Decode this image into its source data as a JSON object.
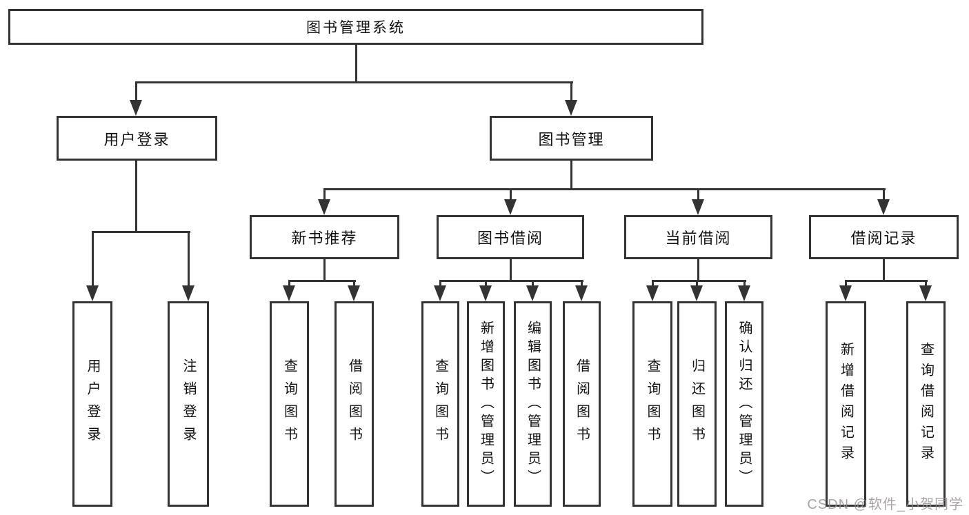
{
  "diagram": {
    "title": "图书管理系统",
    "branches": {
      "user_login": {
        "label": "用户登录",
        "leaves": [
          "用户登录",
          "注销登录"
        ]
      },
      "book_mgmt": {
        "label": "图书管理",
        "sections": [
          {
            "label": "新书推荐",
            "leaves": [
              "查询图书",
              "借阅图书"
            ]
          },
          {
            "label": "图书借阅",
            "leaves": [
              "查询图书",
              "新增图书（管理员）",
              "编辑图书（管理员）",
              "借阅图书"
            ]
          },
          {
            "label": "当前借阅",
            "leaves": [
              "查询图书",
              "归还图书",
              "确认归还（管理员）"
            ]
          },
          {
            "label": "借阅记录",
            "leaves": [
              "新增借阅记录",
              "查询借阅记录"
            ]
          }
        ]
      }
    }
  },
  "watermark": {
    "text": "CSDN @软件_小贺同学"
  },
  "colors": {
    "line": "#333333",
    "box_border": "#333333",
    "text": "#111111",
    "background": "#ffffff",
    "watermark": "#969090"
  }
}
